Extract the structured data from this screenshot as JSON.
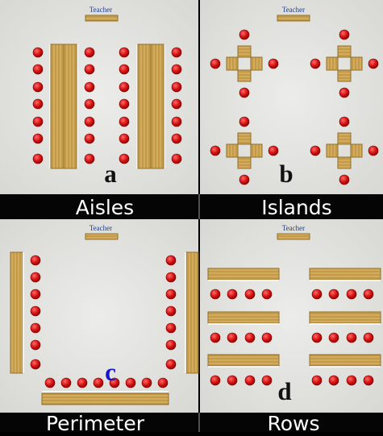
{
  "panels": [
    {
      "teacher_label": "Teacher",
      "letter": "a",
      "caption": "Aisles"
    },
    {
      "teacher_label": "Teacher",
      "letter": "b",
      "caption": "Islands"
    },
    {
      "teacher_label": "Teacher",
      "letter": "c",
      "caption": "Perimeter"
    },
    {
      "teacher_label": "Teacher",
      "letter": "d",
      "caption": "Rows"
    }
  ],
  "colors": {
    "background": "#e4e4e0",
    "caption_bar": "#050505",
    "desk": "#c9a352",
    "desk_line": "#9c7a30",
    "seat": "#d61414",
    "teacher_text": "#1f3f8f",
    "letter_default": "#111111",
    "letter_c": "#1515d0"
  }
}
